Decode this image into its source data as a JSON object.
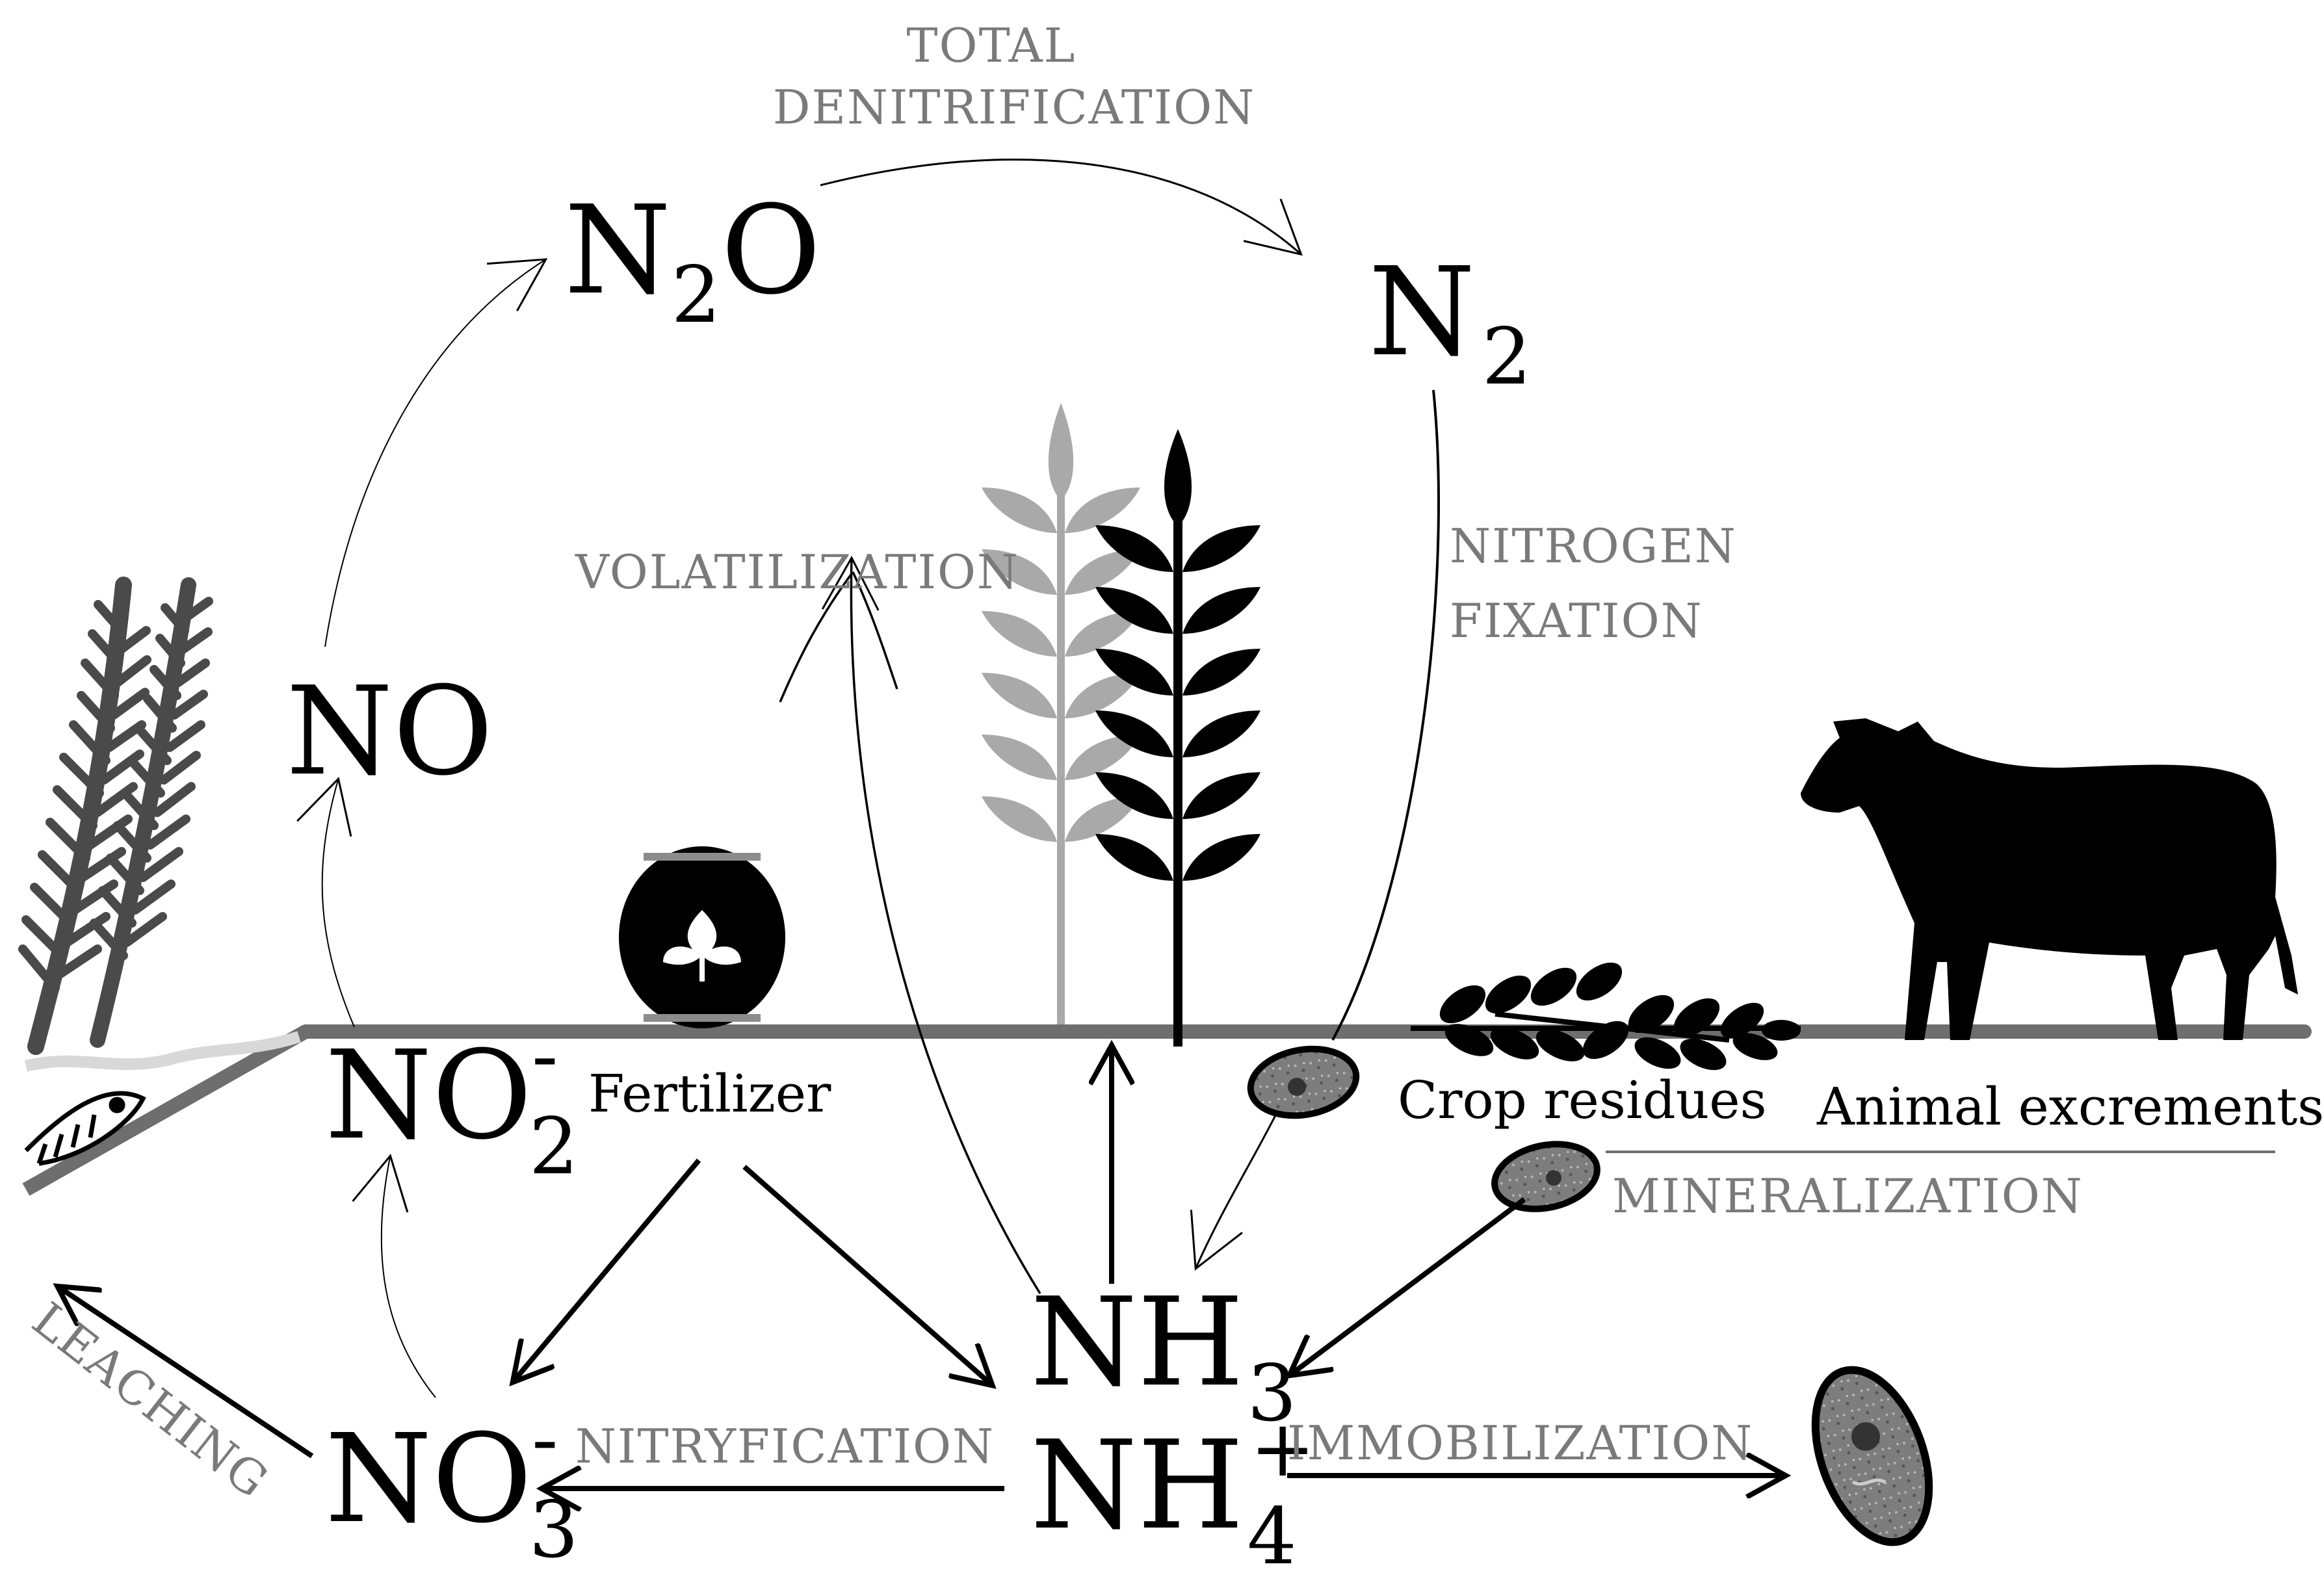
{
  "species": {
    "n2o": {
      "base": "N",
      "sub": "2",
      "rest": "O"
    },
    "n2": {
      "base": "N",
      "sub": "2"
    },
    "no": {
      "base": "NO"
    },
    "no2": {
      "base": "NO",
      "sub": "2",
      "sup": "-"
    },
    "no3": {
      "base": "NO",
      "sub": "3",
      "sup": "-"
    },
    "nh3": {
      "base": "NH",
      "sub": "3"
    },
    "nh4": {
      "base": "NH",
      "sub": "4",
      "sup": "+"
    }
  },
  "processes": {
    "total_denitrification_line1": "TOTAL",
    "total_denitrification_line2": "DENITRIFICATION",
    "volatilization": "VOLATILIZATION",
    "nitrogen_fixation_line1": "NITROGEN",
    "nitrogen_fixation_line2": "FIXATION",
    "mineralization": "MINERALIZATION",
    "nitryfication": "NITRYFICATION",
    "immobilization": "IMMOBILIZATION",
    "leaching": "LEACHING"
  },
  "labels": {
    "fertilizer": "Fertilizer",
    "crop_residues": "Crop residues",
    "animal_excrements": "Animal excrements"
  },
  "icons": [
    "seaweed-icon",
    "fish-icon",
    "fertilizer-bag-icon",
    "leaf-icon",
    "wheat-grey-icon",
    "wheat-black-icon",
    "bacterium-icon",
    "crop-residues-icon",
    "cow-icon"
  ],
  "colors": {
    "ink": "#000000",
    "process_text": "#7a7a7a",
    "ground": "#6e6e6e",
    "grey_plant": "#a9a9a9"
  }
}
